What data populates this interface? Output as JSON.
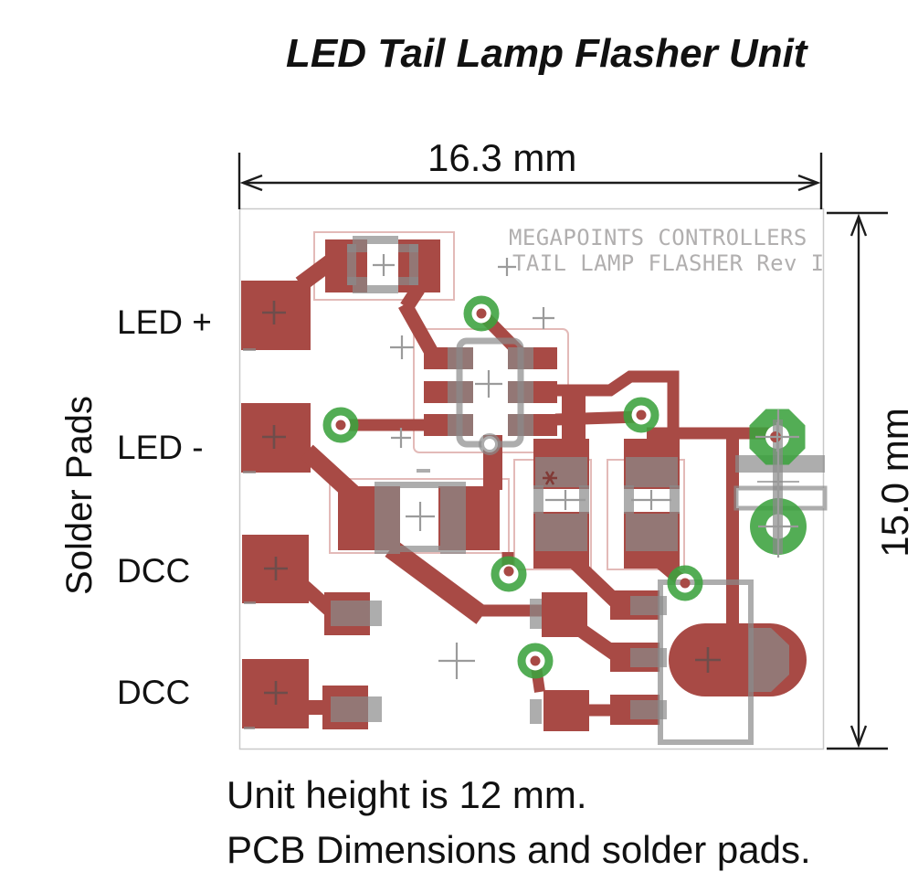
{
  "slide": {
    "title": "LED Tail Lamp Flasher Unit",
    "captions": [
      "Unit height is 12 mm.",
      "PCB Dimensions and solder pads."
    ]
  },
  "dimensions": {
    "width": "16.3 mm",
    "height": "15.0 mm"
  },
  "pads": {
    "group_label": "Solder Pads",
    "labels": [
      "LED +",
      "LED -",
      "DCC",
      "DCC"
    ]
  },
  "silkscreen": {
    "line1": "MEGAPOINTS CONTROLLERS",
    "line2": "TAIL LAMP FLASHER Rev I"
  },
  "colors": {
    "copper": "#a84a45",
    "silkscreen_gray": "#8a8a8a",
    "via_green": "#3ba23e",
    "courtyard_pink": "#e3bab8",
    "board_outline": "#c9c9c9",
    "text": "#111111"
  }
}
